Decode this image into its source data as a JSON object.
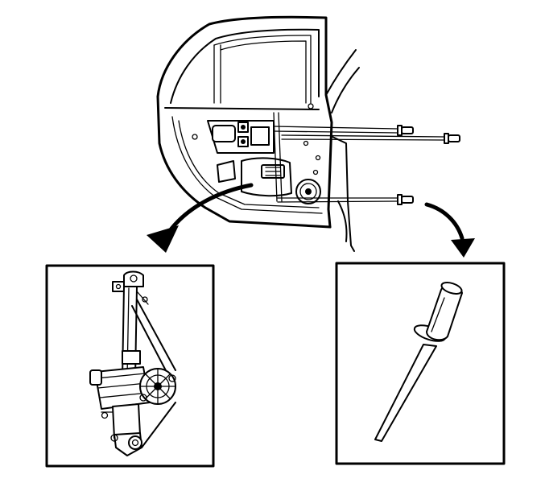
{
  "diagram": {
    "panels": [
      {
        "id": "left-detail",
        "depicts": "window-regulator-motor-icon"
      },
      {
        "id": "right-detail",
        "depicts": "rivet-icon"
      }
    ],
    "arrows": [
      "callout-arrow-left",
      "callout-arrow-right"
    ],
    "colors": {
      "line": "#000000",
      "background": "#ffffff"
    }
  }
}
